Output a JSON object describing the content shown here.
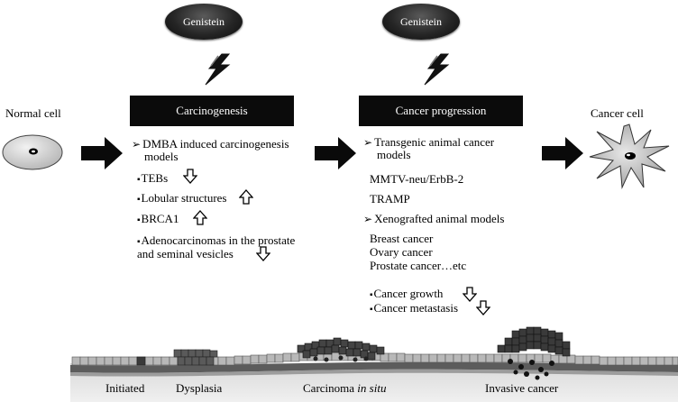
{
  "genistein_left": "Genistein",
  "genistein_right": "Genistein",
  "normal_cell": "Normal cell",
  "cancer_cell": "Cancer cell",
  "carcinogenesis": {
    "title": "Carcinogenesis",
    "models_line1": "DMBA  induced carcinogenesis",
    "models_line2": "models",
    "tebs": "TEBs",
    "lobular": "Lobular structures",
    "brca1": "BRCA1",
    "adeno_line1": "Adenocarcinomas in the prostate",
    "adeno_line2": "and seminal vesicles"
  },
  "progression": {
    "title": "Cancer progression",
    "transgenic_line1": "Transgenic animal cancer",
    "transgenic_line2": "models",
    "mmtv": "MMTV-neu/ErbB-2",
    "tramp": "TRAMP",
    "xenograft": "Xenografted animal models",
    "breast": "Breast cancer",
    "ovary": "Ovary cancer",
    "prostate": "Prostate cancer…etc",
    "growth": "Cancer growth",
    "metastasis": "Cancer metastasis"
  },
  "stages": {
    "initiated": "Initiated",
    "dysplasia": "Dysplasia",
    "carcinoma": "Carcinoma ",
    "carcinoma_italic": "in situ",
    "invasive": "Invasive cancer"
  }
}
